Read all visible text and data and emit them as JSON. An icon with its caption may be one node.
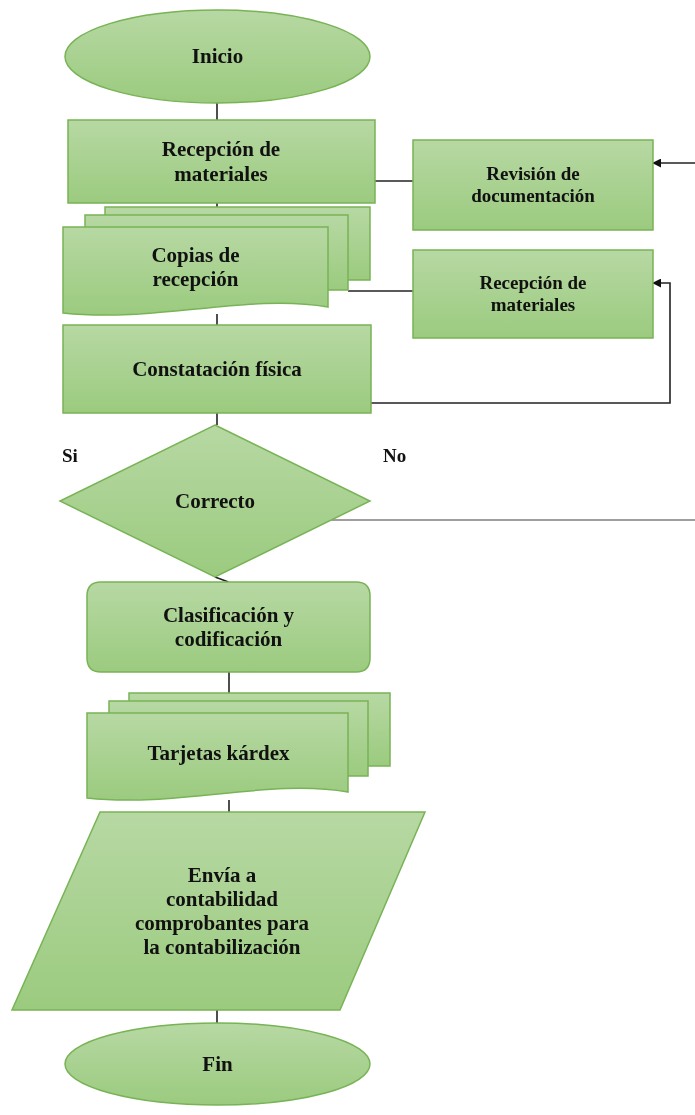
{
  "diagram": {
    "nodes": [
      {
        "text": [
          "Inicio"
        ]
      },
      {
        "text": [
          "Recepción de materiales"
        ]
      },
      {
        "text": [
          "Copias de recepción"
        ]
      },
      {
        "text": [
          "Revisión de documentación"
        ]
      },
      {
        "text": [
          "Recepción de materiales"
        ]
      },
      {
        "text": [
          "Constatación física"
        ]
      },
      {
        "text": [
          "Correcto"
        ]
      },
      {
        "text": [
          "Clasificación y codificación"
        ]
      },
      {
        "text": [
          "Tarjetas kárdex"
        ]
      },
      {
        "text": [
          "Envía a contabilidad comprobantes para la contabilización"
        ]
      },
      {
        "text": [
          "Fin"
        ]
      }
    ],
    "edges": [
      {
        "from": 0,
        "to": 1,
        "arrow": "none"
      },
      {
        "from": 1,
        "to": 2,
        "arrow": "none"
      },
      {
        "from": 2,
        "to": 5,
        "arrow": "none"
      },
      {
        "from": 5,
        "to": 6,
        "arrow": "none"
      },
      {
        "from": 6,
        "to": 7,
        "arrow": "none"
      },
      {
        "from": 7,
        "to": 8,
        "arrow": "none"
      },
      {
        "from": 8,
        "to": 9,
        "arrow": "none"
      },
      {
        "from": 9,
        "to": 10,
        "arrow": "none"
      },
      {
        "from": 1,
        "to": 3,
        "arrow": "none"
      },
      {
        "from": 2,
        "to": 4,
        "arrow": "none"
      },
      {
        "from": 5,
        "to": 4,
        "arrow": "to"
      },
      {
        "from": null,
        "to": 3,
        "arrow": "to"
      },
      {
        "from": 6,
        "to": null,
        "arrow": "none",
        "color": "#7f7f7f"
      }
    ],
    "labels": [
      "Si",
      "No"
    ]
  }
}
